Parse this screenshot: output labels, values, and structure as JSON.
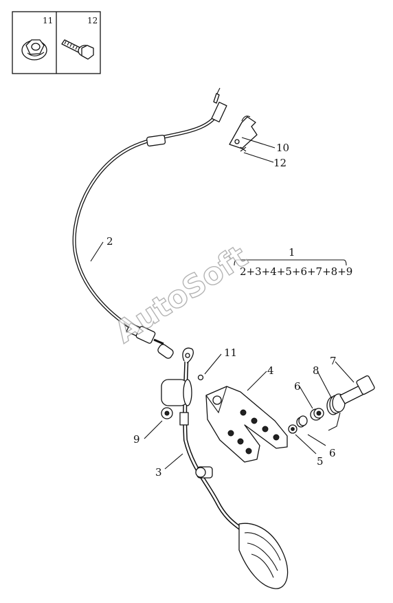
{
  "inset": {
    "cells": [
      {
        "number": "11",
        "icon": "flange-nut-icon"
      },
      {
        "number": "12",
        "icon": "flange-bolt-icon"
      }
    ]
  },
  "callouts": {
    "c1": "1",
    "c1_formula": "2+3+4+5+6+7+8+9",
    "c2": "2",
    "c3": "3",
    "c4": "4",
    "c5": "5",
    "c6a": "6",
    "c6b": "6",
    "c7": "7",
    "c8": "8",
    "c9": "9",
    "c10": "10",
    "c11": "11",
    "c12": "12"
  },
  "watermark": "AutoSoft"
}
